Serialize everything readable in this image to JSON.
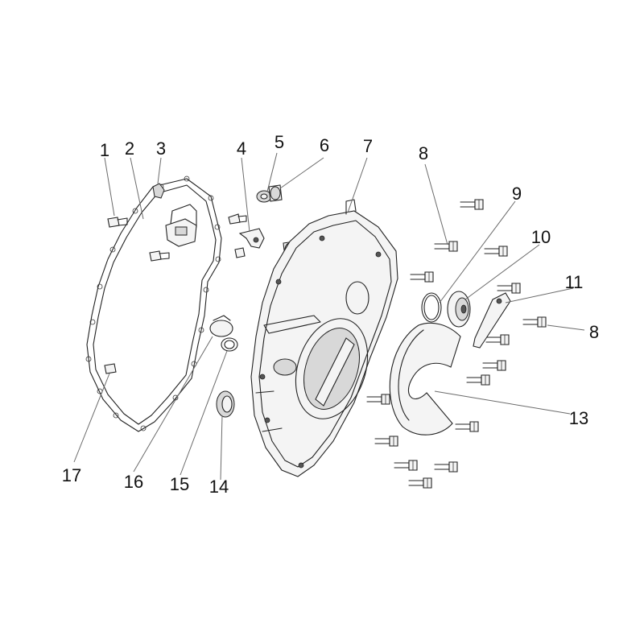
{
  "diagram": {
    "type": "exploded-parts-diagram",
    "callouts": [
      {
        "id": "c1",
        "label": "1"
      },
      {
        "id": "c2",
        "label": "2"
      },
      {
        "id": "c3",
        "label": "3"
      },
      {
        "id": "c4",
        "label": "4"
      },
      {
        "id": "c5",
        "label": "5"
      },
      {
        "id": "c6",
        "label": "6"
      },
      {
        "id": "c7",
        "label": "7"
      },
      {
        "id": "c8a",
        "label": "8"
      },
      {
        "id": "c9",
        "label": "9"
      },
      {
        "id": "c10",
        "label": "10"
      },
      {
        "id": "c11",
        "label": "11"
      },
      {
        "id": "c8b",
        "label": "8"
      },
      {
        "id": "c13",
        "label": "13"
      },
      {
        "id": "c14",
        "label": "14"
      },
      {
        "id": "c15",
        "label": "15"
      },
      {
        "id": "c16",
        "label": "16"
      },
      {
        "id": "c17",
        "label": "17"
      }
    ]
  }
}
